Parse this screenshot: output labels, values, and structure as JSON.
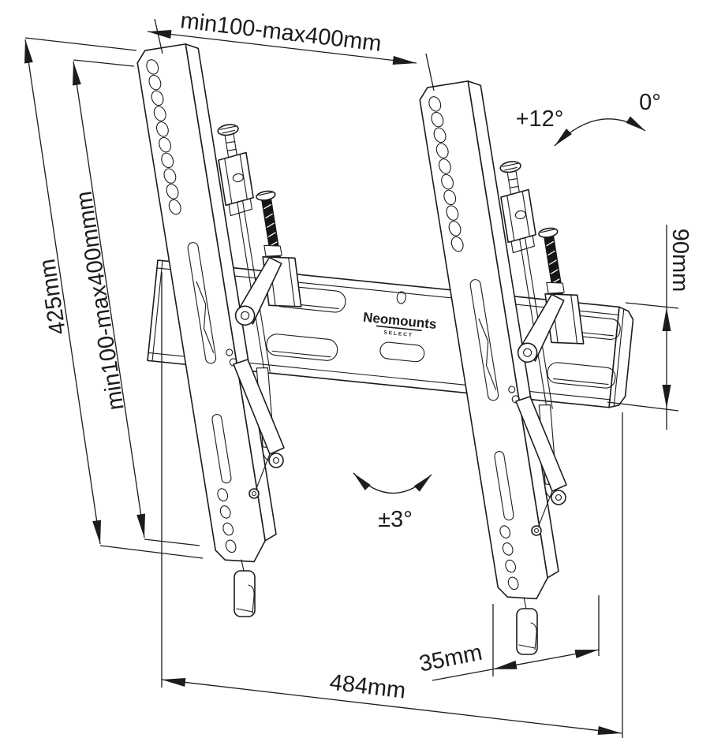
{
  "diagram": {
    "type": "technical-drawing",
    "subject": "tilting TV wall mount",
    "product": {
      "brand": "Neomounts",
      "series": "SELECT"
    },
    "dimensions": {
      "vesa_width": "min100-max400mm",
      "vesa_height": "min100-max400mmm",
      "bracket_height": "425mm",
      "plate_height": "90mm",
      "wall_offset": "35mm",
      "plate_width": "484mm"
    },
    "angles": {
      "tilt_max": "+12°",
      "tilt_zero": "0°",
      "level_adjust": "±3°"
    },
    "colors": {
      "line": "#1c1c1c",
      "background": "#ffffff"
    }
  }
}
